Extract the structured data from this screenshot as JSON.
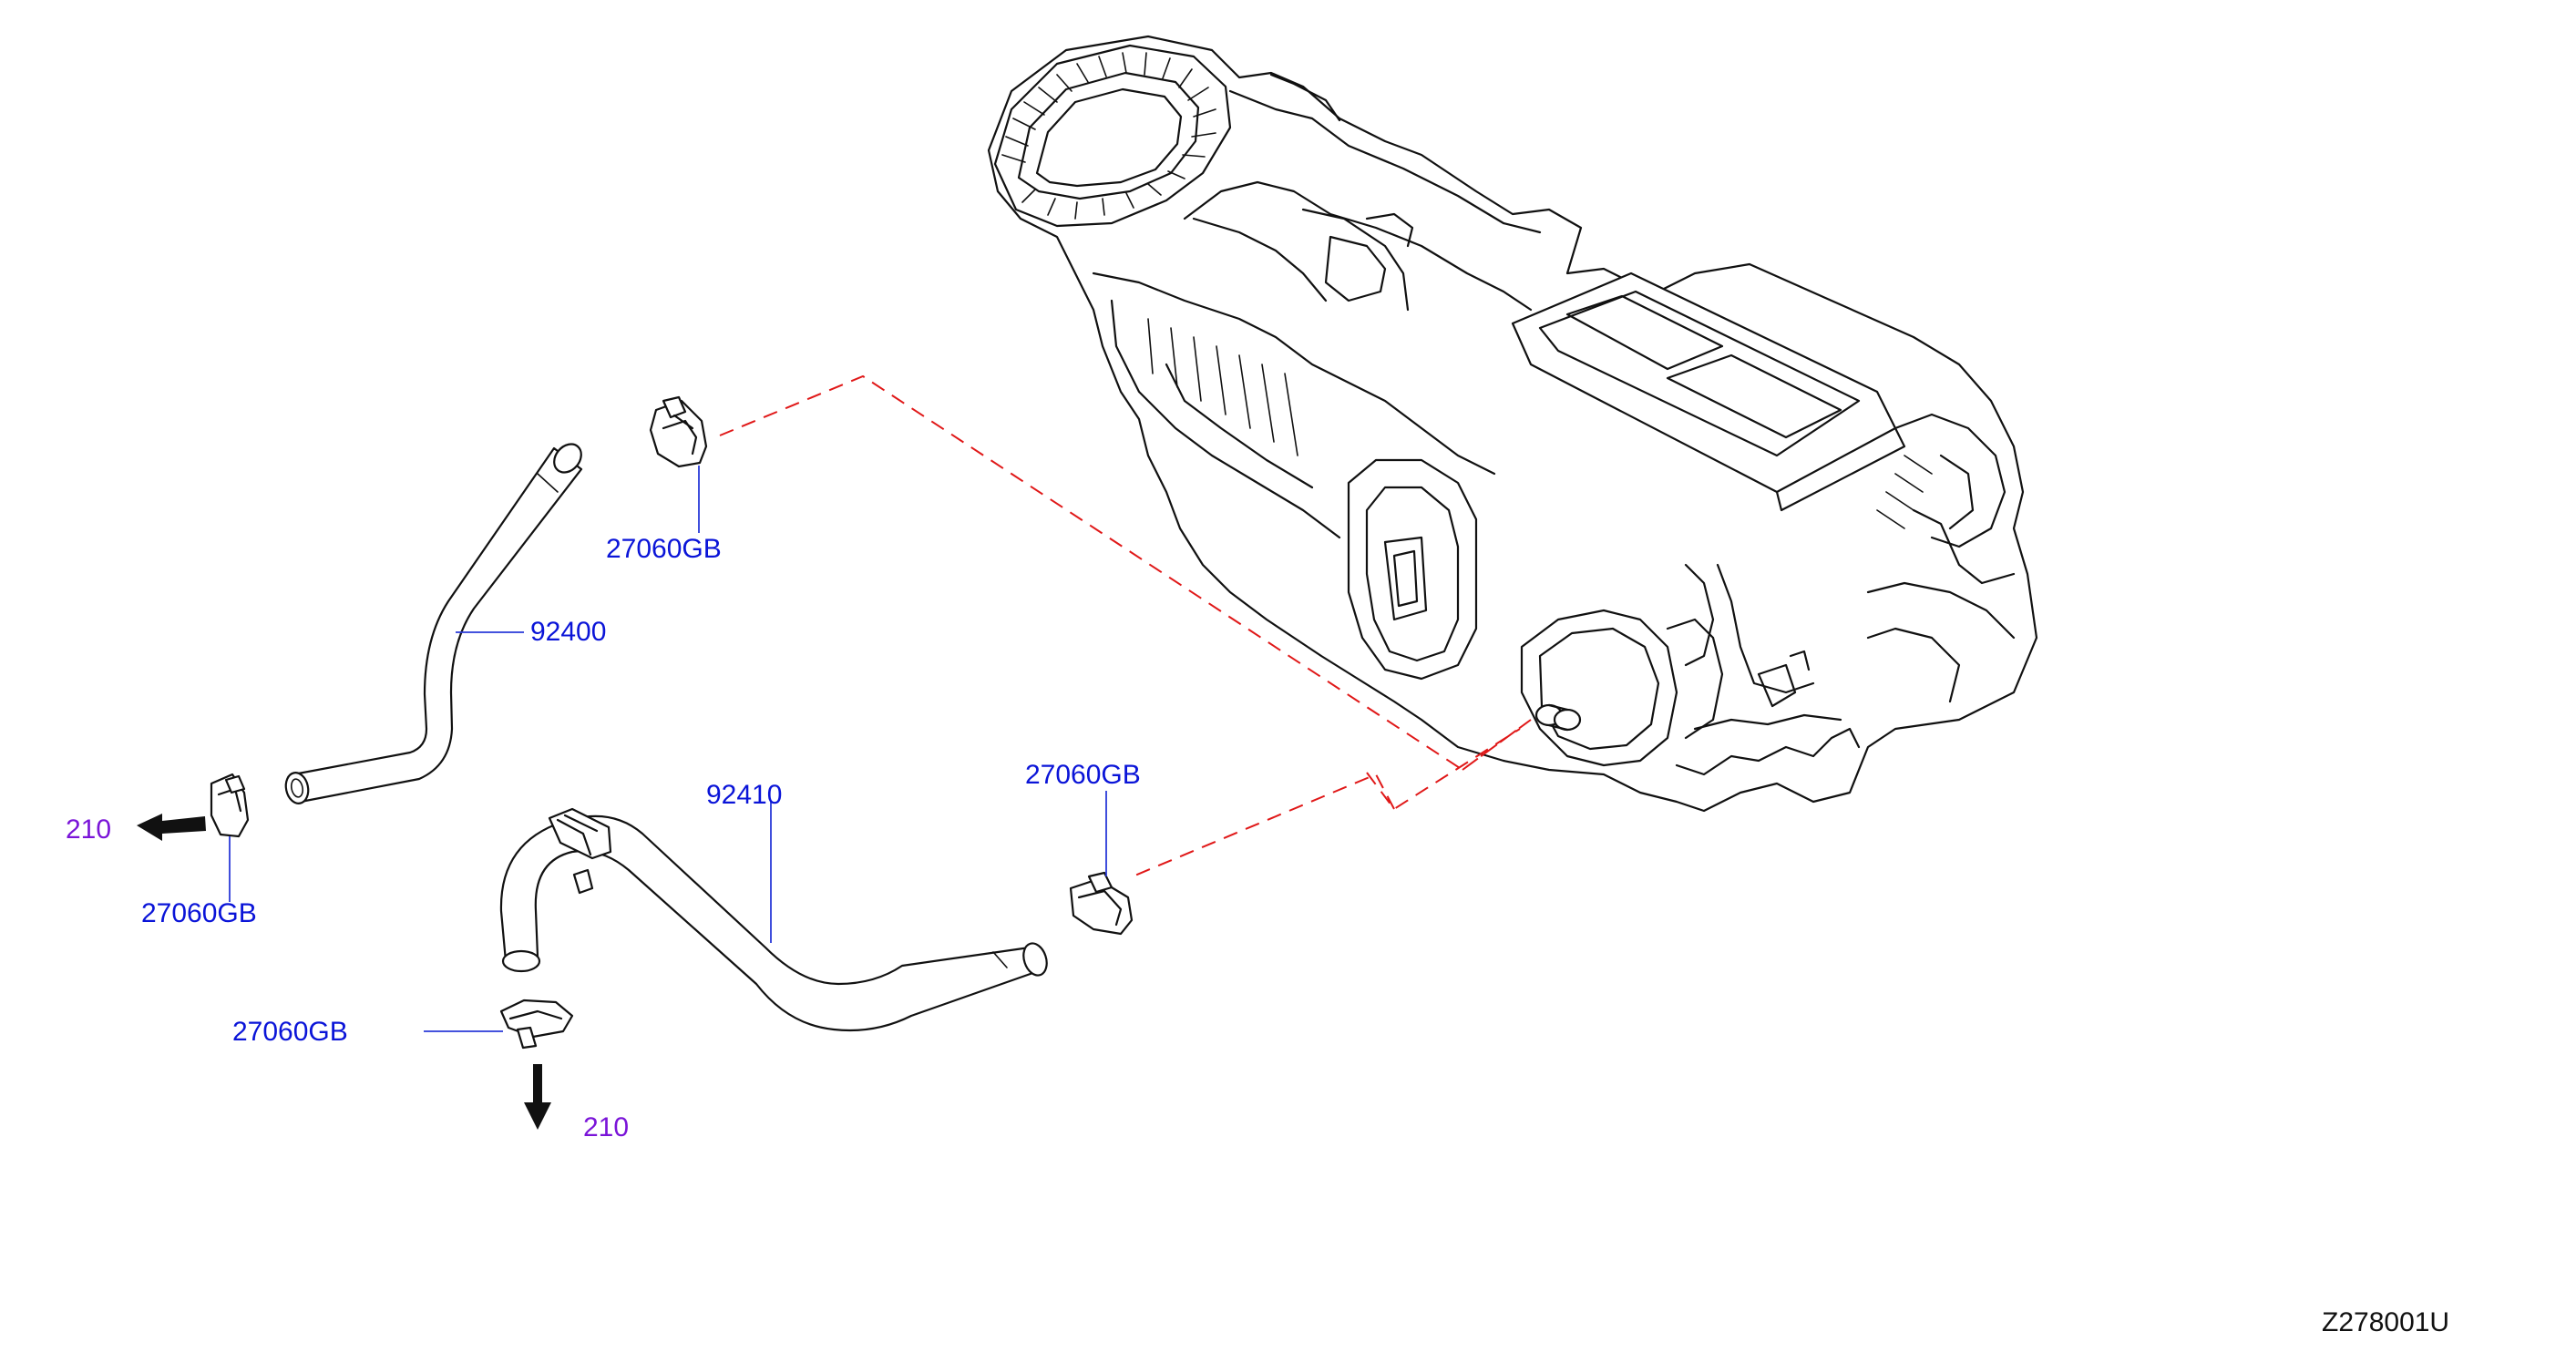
{
  "diagram_id": "Z278001U",
  "colors": {
    "part_number": "#0a14d8",
    "reference": "#7a14d8",
    "leader": "#2a3ad8",
    "dashed_line": "#e01818",
    "drawing": "#111111"
  },
  "labels": {
    "clamp_upper": "27060GB",
    "hose_upper": "92400",
    "clamp_left": "27060GB",
    "ref_left": "210",
    "hose_lower": "92410",
    "clamp_mid": "27060GB",
    "clamp_bottom": "27060GB",
    "ref_bottom": "210"
  }
}
